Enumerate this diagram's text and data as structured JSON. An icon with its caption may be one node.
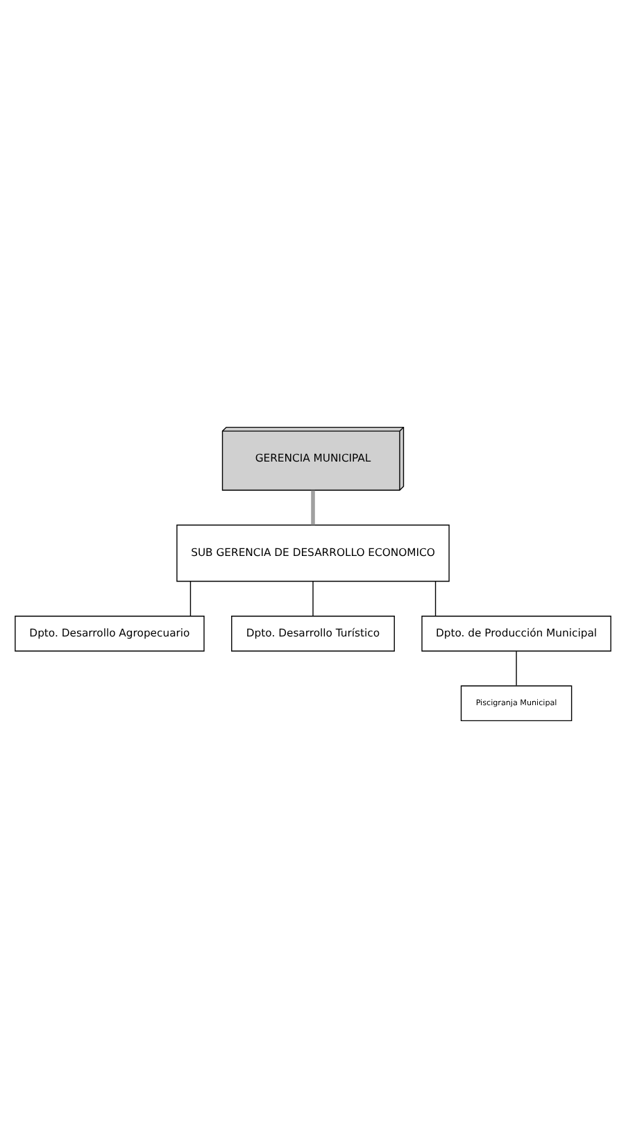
{
  "diagram": {
    "nodes": [
      {
        "text": [
          "GERENCIA MUNICIPAL"
        ]
      },
      {
        "text": [
          "SUB GERENCIA DE DESARROLLO ECONOMICO"
        ]
      },
      {
        "text": [
          "Dpto. Desarrollo Agropecuario"
        ]
      },
      {
        "text": [
          "Dpto. Desarrollo Turístico"
        ]
      },
      {
        "text": [
          "Dpto. de Producción Municipal"
        ]
      },
      {
        "text": [
          "Piscigranja Municipal"
        ]
      }
    ],
    "edges": [
      {
        "from": 0,
        "to": 1,
        "arrow": "none",
        "style": "thick",
        "color": "#a0a0a0"
      },
      {
        "from": 1,
        "to": 2,
        "arrow": "none"
      },
      {
        "from": 1,
        "to": 3,
        "arrow": "none"
      },
      {
        "from": 1,
        "to": 4,
        "arrow": "none"
      },
      {
        "from": 4,
        "to": 5,
        "arrow": "none"
      }
    ]
  }
}
